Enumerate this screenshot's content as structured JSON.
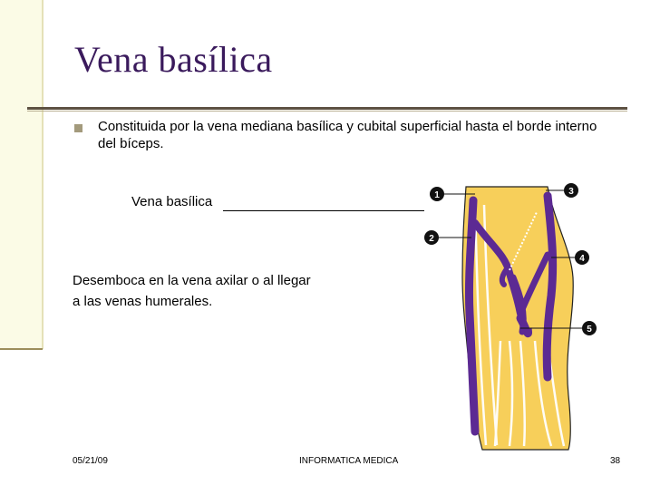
{
  "slide": {
    "title": "Vena basílica",
    "bullet": "Constituida por la vena mediana basílica y cubital superficial hasta el borde interno del bíceps.",
    "vena_label": "Vena basílica",
    "desemboca_line1": "Desemboca en la vena axilar o al llegar",
    "desemboca_line2": "a las venas humerales."
  },
  "diagram": {
    "labels": [
      "1",
      "2",
      "3",
      "4",
      "5"
    ],
    "colors": {
      "skin": "#f7cf5a",
      "vein": "#5c2a93",
      "outline": "#222222"
    }
  },
  "footer": {
    "date": "05/21/09",
    "center": "INFORMATICA MEDICA",
    "page": "38"
  },
  "theme": {
    "title_color": "#3a1a5c",
    "band_color": "#fbfbe6",
    "rule_color": "#5d5142",
    "bullet_color": "#a39a7c"
  }
}
